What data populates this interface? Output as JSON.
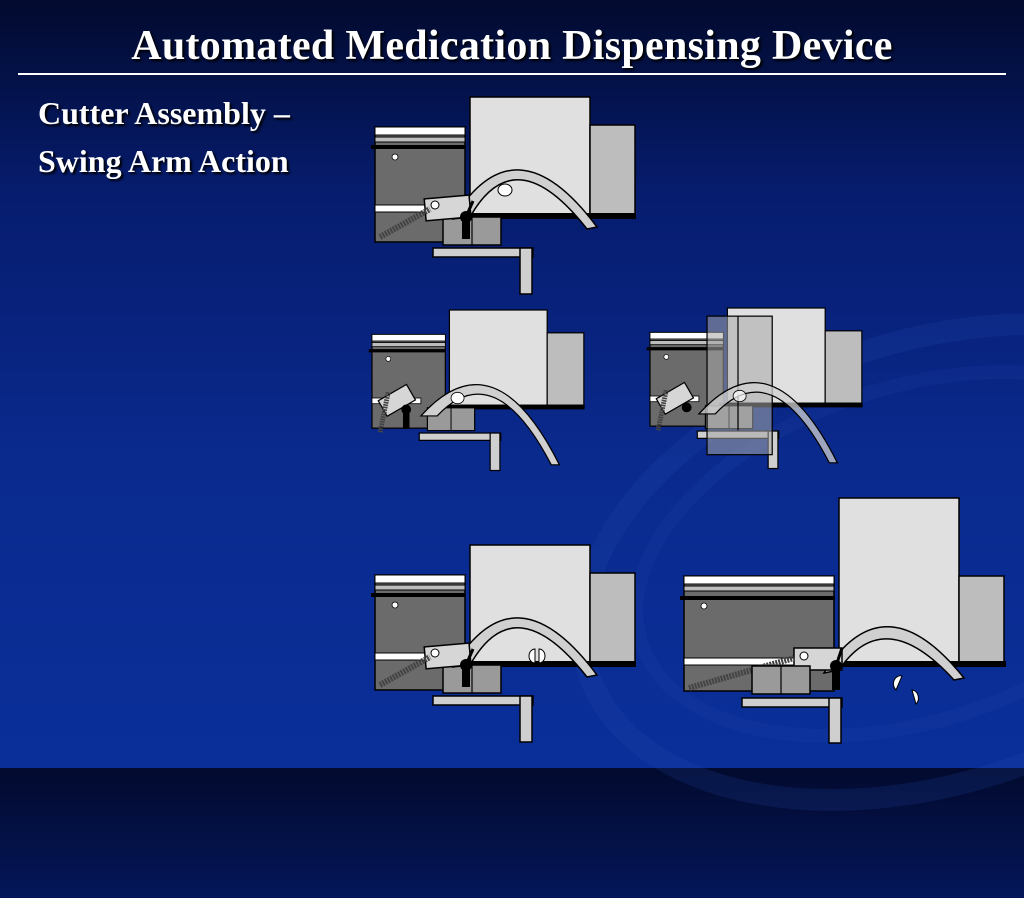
{
  "slide": {
    "title": "Automated Medication Dispensing Device",
    "subtitle_lines": [
      "Cutter Assembly –",
      "Swing Arm Action"
    ]
  },
  "diagram": {
    "panels": [
      {
        "name": "panel-1",
        "stage": 1
      },
      {
        "name": "panel-2",
        "stage": 2
      },
      {
        "name": "panel-3",
        "stage": 3
      },
      {
        "name": "panel-4",
        "stage": 4
      },
      {
        "name": "panel-5",
        "stage": 5
      }
    ]
  },
  "colors": {
    "background_top": "#020a2e",
    "background_bottom": "#0a2f99",
    "housing_dark": "#6b6b6b",
    "block_light": "#e0e0e0",
    "block_mid": "#bdbdbd",
    "arm_light": "#d0d0d0",
    "outline": "#000000"
  }
}
